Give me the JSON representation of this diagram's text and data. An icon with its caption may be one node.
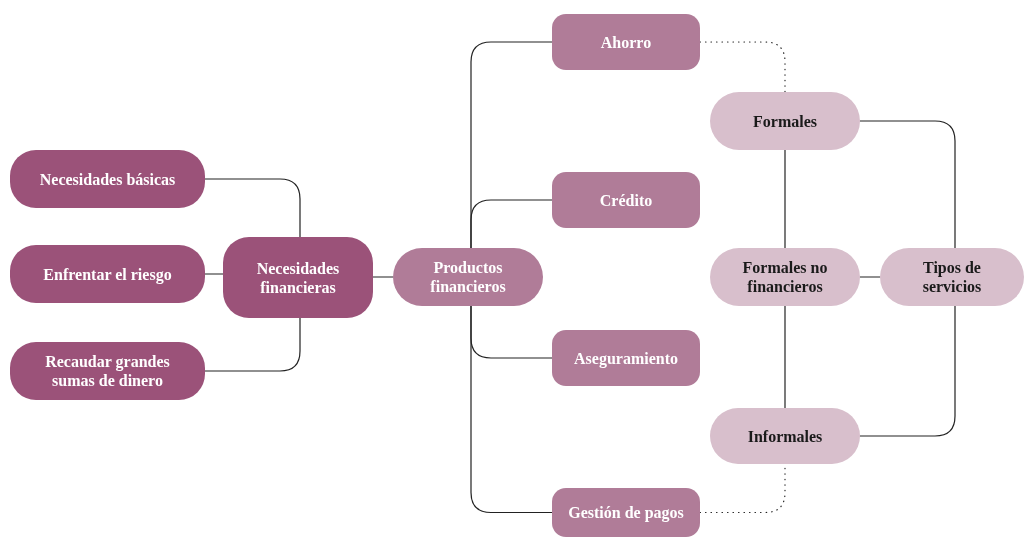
{
  "diagram": {
    "nodes": [
      {
        "text": [
          "Necesidades básicas"
        ]
      },
      {
        "text": [
          "Enfrentar el riesgo"
        ]
      },
      {
        "text": [
          "Recaudar grandes sumas de dinero"
        ]
      },
      {
        "text": [
          "Necesidades financieras"
        ]
      },
      {
        "text": [
          "Productos financieros"
        ]
      },
      {
        "text": [
          "Ahorro"
        ]
      },
      {
        "text": [
          "Crédito"
        ]
      },
      {
        "text": [
          "Aseguramiento"
        ]
      },
      {
        "text": [
          "Gestión de pagos"
        ]
      },
      {
        "text": [
          "Formales"
        ]
      },
      {
        "text": [
          "Formales no financieros"
        ]
      },
      {
        "text": [
          "Tipos de servicios"
        ]
      },
      {
        "text": [
          "Informales"
        ]
      }
    ],
    "edges": [
      {
        "from": 0,
        "to": 3,
        "arrow": "none"
      },
      {
        "from": 1,
        "to": 3,
        "arrow": "none"
      },
      {
        "from": 2,
        "to": 3,
        "arrow": "none"
      },
      {
        "from": 3,
        "to": 4,
        "arrow": "none"
      },
      {
        "from": 4,
        "to": 5,
        "arrow": "none"
      },
      {
        "from": 4,
        "to": 6,
        "arrow": "none"
      },
      {
        "from": 4,
        "to": 7,
        "arrow": "none"
      },
      {
        "from": 4,
        "to": 8,
        "arrow": "none"
      },
      {
        "from": 5,
        "to": 9,
        "arrow": "none",
        "style": "dashed"
      },
      {
        "from": 8,
        "to": 12,
        "arrow": "none",
        "style": "dashed"
      },
      {
        "from": 9,
        "to": 10,
        "arrow": "none"
      },
      {
        "from": 10,
        "to": 12,
        "arrow": "none"
      },
      {
        "from": 11,
        "to": 9,
        "arrow": "none"
      },
      {
        "from": 11,
        "to": 10,
        "arrow": "none"
      },
      {
        "from": 11,
        "to": 12,
        "arrow": "none"
      }
    ]
  }
}
